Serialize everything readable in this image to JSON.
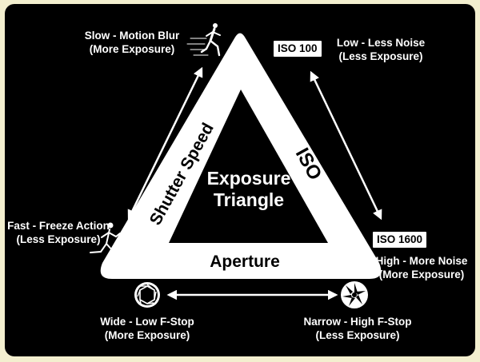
{
  "diagram": {
    "center_title_line1": "Exposure",
    "center_title_line2": "Triangle",
    "side_left": "Shutter Speed",
    "side_right": "ISO",
    "side_bottom": "Aperture"
  },
  "shutter": {
    "slow_line1": "Slow - Motion Blur",
    "slow_line2": "(More Exposure)",
    "fast_line1": "Fast - Freeze Action",
    "fast_line2": "(Less Exposure)"
  },
  "iso": {
    "low_badge": "ISO 100",
    "low_line1": "Low - Less Noise",
    "low_line2": "(Less Exposure)",
    "high_badge": "ISO 1600",
    "high_line1": "High - More Noise",
    "high_line2": "(More Exposure)"
  },
  "aperture": {
    "wide_line1": "Wide - Low F-Stop",
    "wide_line2": "(More Exposure)",
    "narrow_line1": "Narrow - High F-Stop",
    "narrow_line2": "(Less Exposure)"
  },
  "colors": {
    "background": "#000000",
    "foreground": "#ffffff",
    "border": "#f3efcf"
  },
  "icons": [
    "running-figure-icon",
    "walking-figure-icon",
    "aperture-wide-icon",
    "aperture-narrow-icon"
  ]
}
